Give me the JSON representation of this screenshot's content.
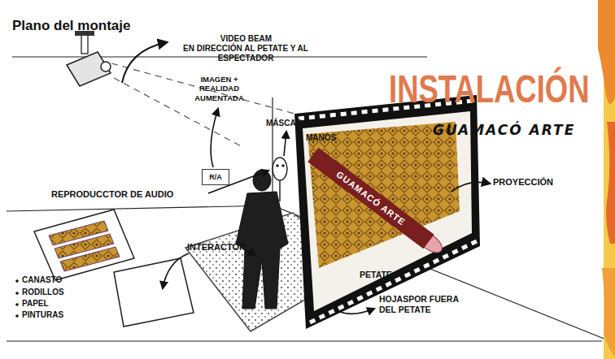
{
  "diagram": {
    "title": "Plano del montaje",
    "nodes": [
      {
        "text": [
          "R/A"
        ]
      },
      {
        "text": [
          "GUAMACÓ ARTE"
        ]
      }
    ],
    "labels": [
      "VIDEO BEAM",
      "EN DIRECCIÓN AL PETATE Y AL ESPECTADOR",
      "IMAGEN + REALIDAD AUMENTADA",
      "MÁSCARA",
      "MANOS",
      "REPRODUCCTOR DE AUDIO",
      "PROYECCIÓN",
      "INSTALACIÓN",
      "GUAMACÓ ARTE",
      "INTERACTOR",
      "PETATE",
      "HOJASPOR FUERA DEL PETATE",
      "CANASTO",
      "RODILLOS",
      "PAPEL",
      "PINTURAS"
    ]
  }
}
